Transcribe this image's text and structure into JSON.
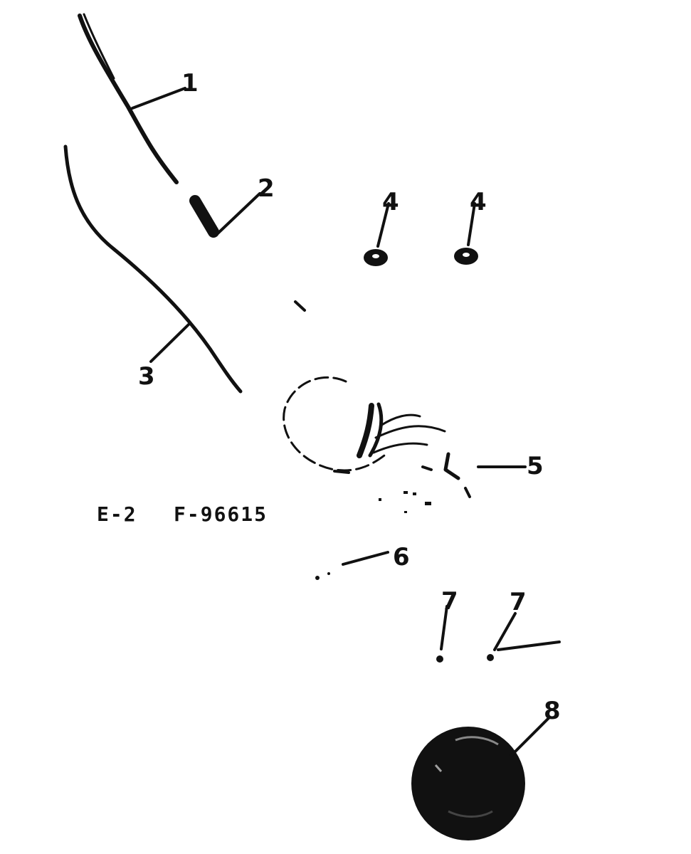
{
  "figure": {
    "code_left": "E-2",
    "code_right": "F-96615"
  },
  "callouts": [
    {
      "id": "1",
      "label": "1",
      "part": "upper-harness-wire"
    },
    {
      "id": "2",
      "label": "2",
      "part": "connector-clip"
    },
    {
      "id": "3",
      "label": "3",
      "part": "lower-harness-wire"
    },
    {
      "id": "4a",
      "label": "4",
      "part": "grommet"
    },
    {
      "id": "4b",
      "label": "4",
      "part": "grommet"
    },
    {
      "id": "5",
      "label": "5",
      "part": "terminal-clip"
    },
    {
      "id": "6",
      "label": "6",
      "part": "screw"
    },
    {
      "id": "7a",
      "label": "7",
      "part": "pin"
    },
    {
      "id": "7b",
      "label": "7",
      "part": "pin"
    },
    {
      "id": "8",
      "label": "8",
      "part": "knob"
    }
  ],
  "colors": {
    "ink": "#111111",
    "paper": "#ffffff"
  }
}
